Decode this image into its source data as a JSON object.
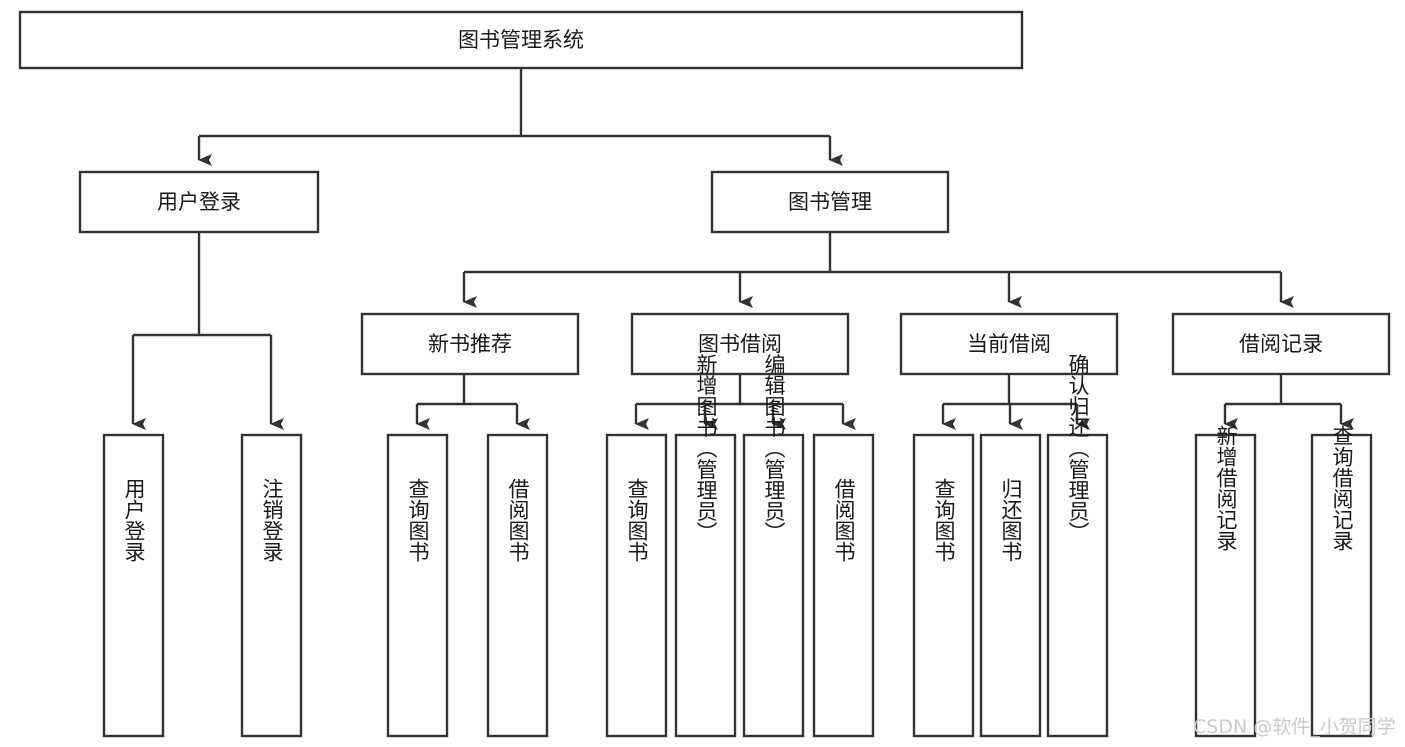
{
  "diagram": {
    "title": "图书管理系统",
    "type": "tree",
    "watermark": "CSDN @软件_小贺同学",
    "colors": {
      "stroke": "#333333",
      "fill": "#ffffff",
      "text": "#1a1a1a",
      "watermark": "#c9c9c9"
    },
    "root": {
      "label": "图书管理系统"
    },
    "level1": [
      {
        "label": "用户登录"
      },
      {
        "label": "图书管理"
      }
    ],
    "level2": [
      {
        "label": "新书推荐",
        "parent": "图书管理"
      },
      {
        "label": "图书借阅",
        "parent": "图书管理"
      },
      {
        "label": "当前借阅",
        "parent": "图书管理"
      },
      {
        "label": "借阅记录",
        "parent": "图书管理"
      }
    ],
    "leaves": [
      {
        "label": "用户登录",
        "parent": "用户登录"
      },
      {
        "label": "注销登录",
        "parent": "用户登录"
      },
      {
        "label": "查询图书",
        "parent": "新书推荐"
      },
      {
        "label": "借阅图书",
        "parent": "新书推荐"
      },
      {
        "label": "查询图书",
        "parent": "图书借阅"
      },
      {
        "label": "新增图书（管理员）",
        "parent": "图书借阅"
      },
      {
        "label": "编辑图书（管理员）",
        "parent": "图书借阅"
      },
      {
        "label": "借阅图书",
        "parent": "图书借阅"
      },
      {
        "label": "查询图书",
        "parent": "当前借阅"
      },
      {
        "label": "归还图书",
        "parent": "当前借阅"
      },
      {
        "label": "确认归还（管理员）",
        "parent": "当前借阅"
      },
      {
        "label": "新增借阅记录",
        "parent": "借阅记录"
      },
      {
        "label": "查询借阅记录",
        "parent": "借阅记录"
      }
    ]
  }
}
